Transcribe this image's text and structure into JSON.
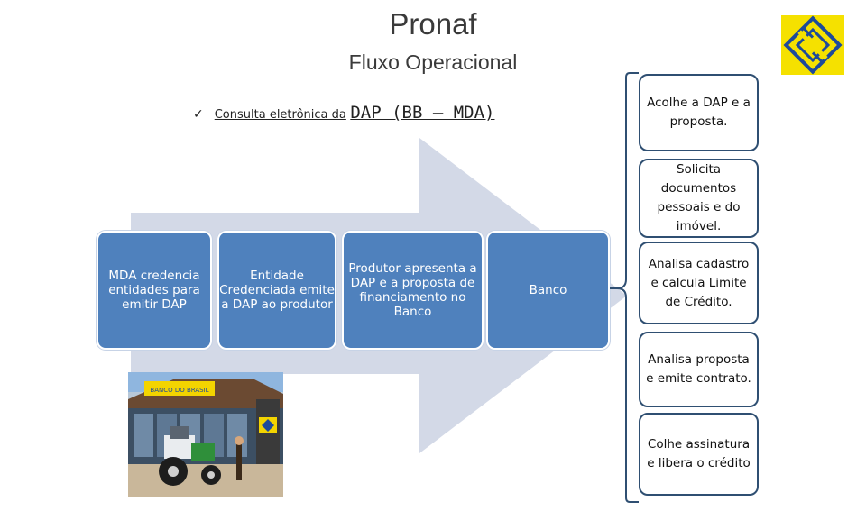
{
  "header": {
    "title": "Pronaf",
    "subtitle": "Fluxo Operacional"
  },
  "bullet": {
    "check": "✓",
    "text_part1": "Consulta eletrônica da",
    "text_part2": "DAP (BB – MDA)"
  },
  "flow_steps": [
    {
      "label": "MDA credencia entidades para emitir DAP"
    },
    {
      "label": "Entidade Credenciada emite a DAP ao produtor"
    },
    {
      "label": "Produtor apresenta a DAP e a proposta de financiamento no Banco"
    },
    {
      "label": "Banco"
    }
  ],
  "bank_tasks": [
    {
      "label": "Acolhe a DAP e a proposta."
    },
    {
      "label": "Solicita documentos pessoais e do imóvel."
    },
    {
      "label": "Analisa cadastro e calcula Limite de Crédito."
    },
    {
      "label": "Analisa proposta e emite contrato."
    },
    {
      "label": "Colhe assinatura e libera o crédito"
    }
  ],
  "photo": {
    "sign_text": "BANCO DO BRASIL"
  },
  "colors": {
    "box_blue": "#4f81bd",
    "arrow": "#d3d9e7",
    "logo_yellow": "#f5e100",
    "logo_blue": "#1e4a9a"
  }
}
